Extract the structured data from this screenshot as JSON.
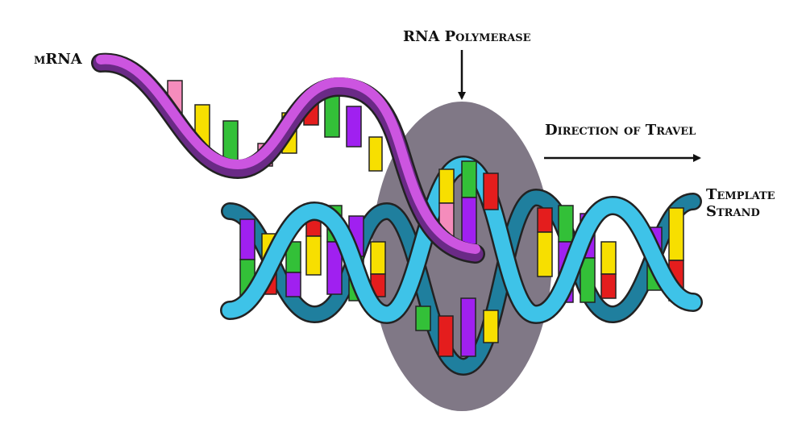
{
  "labels": {
    "mrna": "mRNA",
    "rna_polymerase": "RNA Polymerase",
    "direction": "Direction of Travel",
    "template_line1": "Template",
    "template_line2": "Strand"
  },
  "colors": {
    "dna_strand": "#3ec3e8",
    "dna_strand_dark": "#1f7f9e",
    "mrna_strand": "#cc55e0",
    "mrna_strand_dark": "#6a2a86",
    "polymerase": "#807886",
    "base_green": "#33c038",
    "base_purple": "#a020f0",
    "base_red": "#e41d1d",
    "base_yellow": "#f7df00",
    "base_pink": "#f58cbc",
    "outline": "#222222"
  }
}
